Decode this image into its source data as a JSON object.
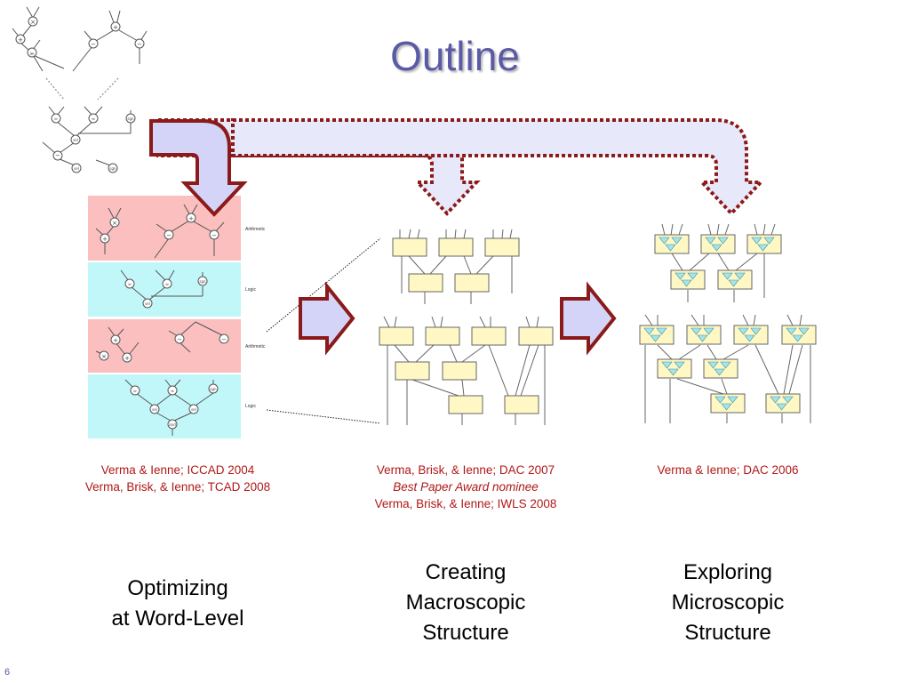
{
  "slide": {
    "title": "Outline",
    "page_number": "6"
  },
  "bands": {
    "arith1": "Arithmetic",
    "logic1": "Logic",
    "arith2": "Arithmetic",
    "logic2": "Logic"
  },
  "citations": {
    "left": [
      "Verma & Ienne; ICCAD 2004",
      "Verma, Brisk, & Ienne; TCAD 2008"
    ],
    "middle": [
      "Verma, Brisk, & Ienne; DAC 2007",
      "Best Paper Award nominee",
      "Verma, Brisk, & Ienne; IWLS 2008"
    ],
    "right": [
      "Verma & Ienne; DAC 2006"
    ]
  },
  "captions": {
    "left": [
      "Optimizing",
      "at Word-Level"
    ],
    "middle": [
      "Creating",
      "Macroscopic",
      "Structure"
    ],
    "right": [
      "Exploring",
      "Microscopic",
      "Structure"
    ]
  },
  "colors": {
    "title": "#5a5aa6",
    "arrow_outline": "#8b1a1a",
    "arrow_fill": "#d4d4f8",
    "arith_band": "#fbbfbf",
    "logic_band": "#c2f7f9",
    "block": "#fff8c4",
    "citation": "#b01818"
  }
}
